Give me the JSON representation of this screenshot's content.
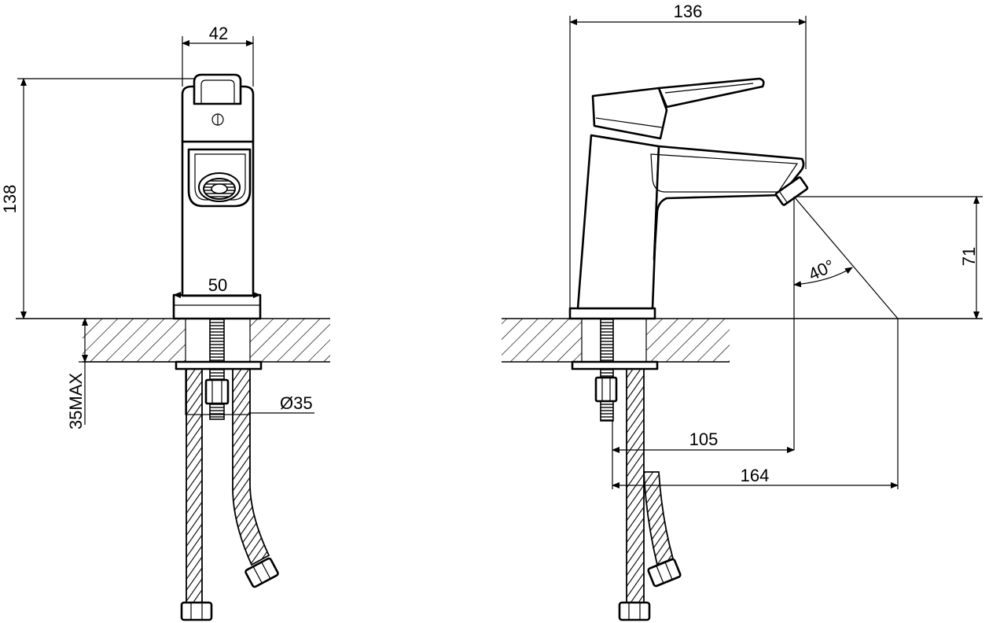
{
  "front_view": {
    "dim_top_width": "42",
    "dim_base_width": "50",
    "dim_height": "138",
    "dim_deck_thickness": "35MAX",
    "dim_hole_diameter": "Ø35"
  },
  "side_view": {
    "dim_total_width": "136",
    "dim_spout_height": "71",
    "dim_spray_angle": "40°",
    "dim_reach_105": "105",
    "dim_reach_164": "164"
  }
}
